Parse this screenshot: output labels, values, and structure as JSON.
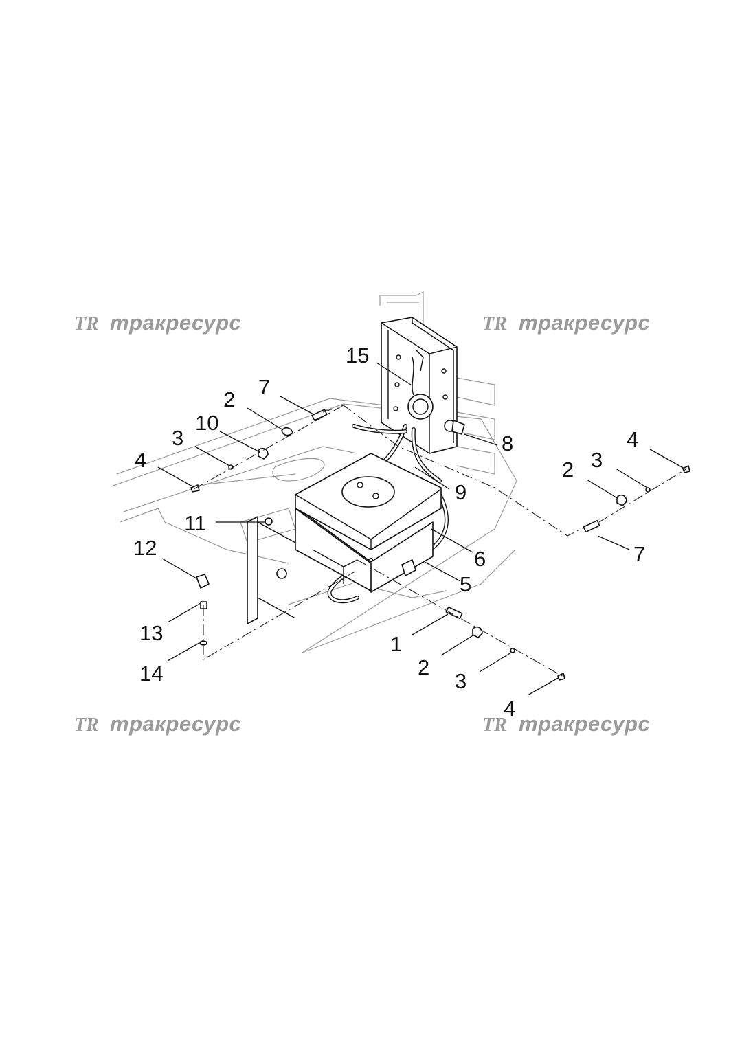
{
  "watermark": {
    "text": "тракресурс",
    "logo": "TR",
    "color": "#9a9a9a"
  },
  "callouts": [
    {
      "id": "c15",
      "label": "15"
    },
    {
      "id": "c7a",
      "label": "7"
    },
    {
      "id": "c2a",
      "label": "2"
    },
    {
      "id": "c10",
      "label": "10"
    },
    {
      "id": "c3a",
      "label": "3"
    },
    {
      "id": "c4a",
      "label": "4"
    },
    {
      "id": "c8",
      "label": "8"
    },
    {
      "id": "c4b",
      "label": "4"
    },
    {
      "id": "c3b",
      "label": "3"
    },
    {
      "id": "c2b",
      "label": "2"
    },
    {
      "id": "c9",
      "label": "9"
    },
    {
      "id": "c11",
      "label": "11"
    },
    {
      "id": "c12",
      "label": "12"
    },
    {
      "id": "c6",
      "label": "6"
    },
    {
      "id": "c7b",
      "label": "7"
    },
    {
      "id": "c5",
      "label": "5"
    },
    {
      "id": "c13",
      "label": "13"
    },
    {
      "id": "c1",
      "label": "1"
    },
    {
      "id": "c2c",
      "label": "2"
    },
    {
      "id": "c3c",
      "label": "3"
    },
    {
      "id": "c14",
      "label": "14"
    },
    {
      "id": "c4c",
      "label": "4"
    }
  ]
}
